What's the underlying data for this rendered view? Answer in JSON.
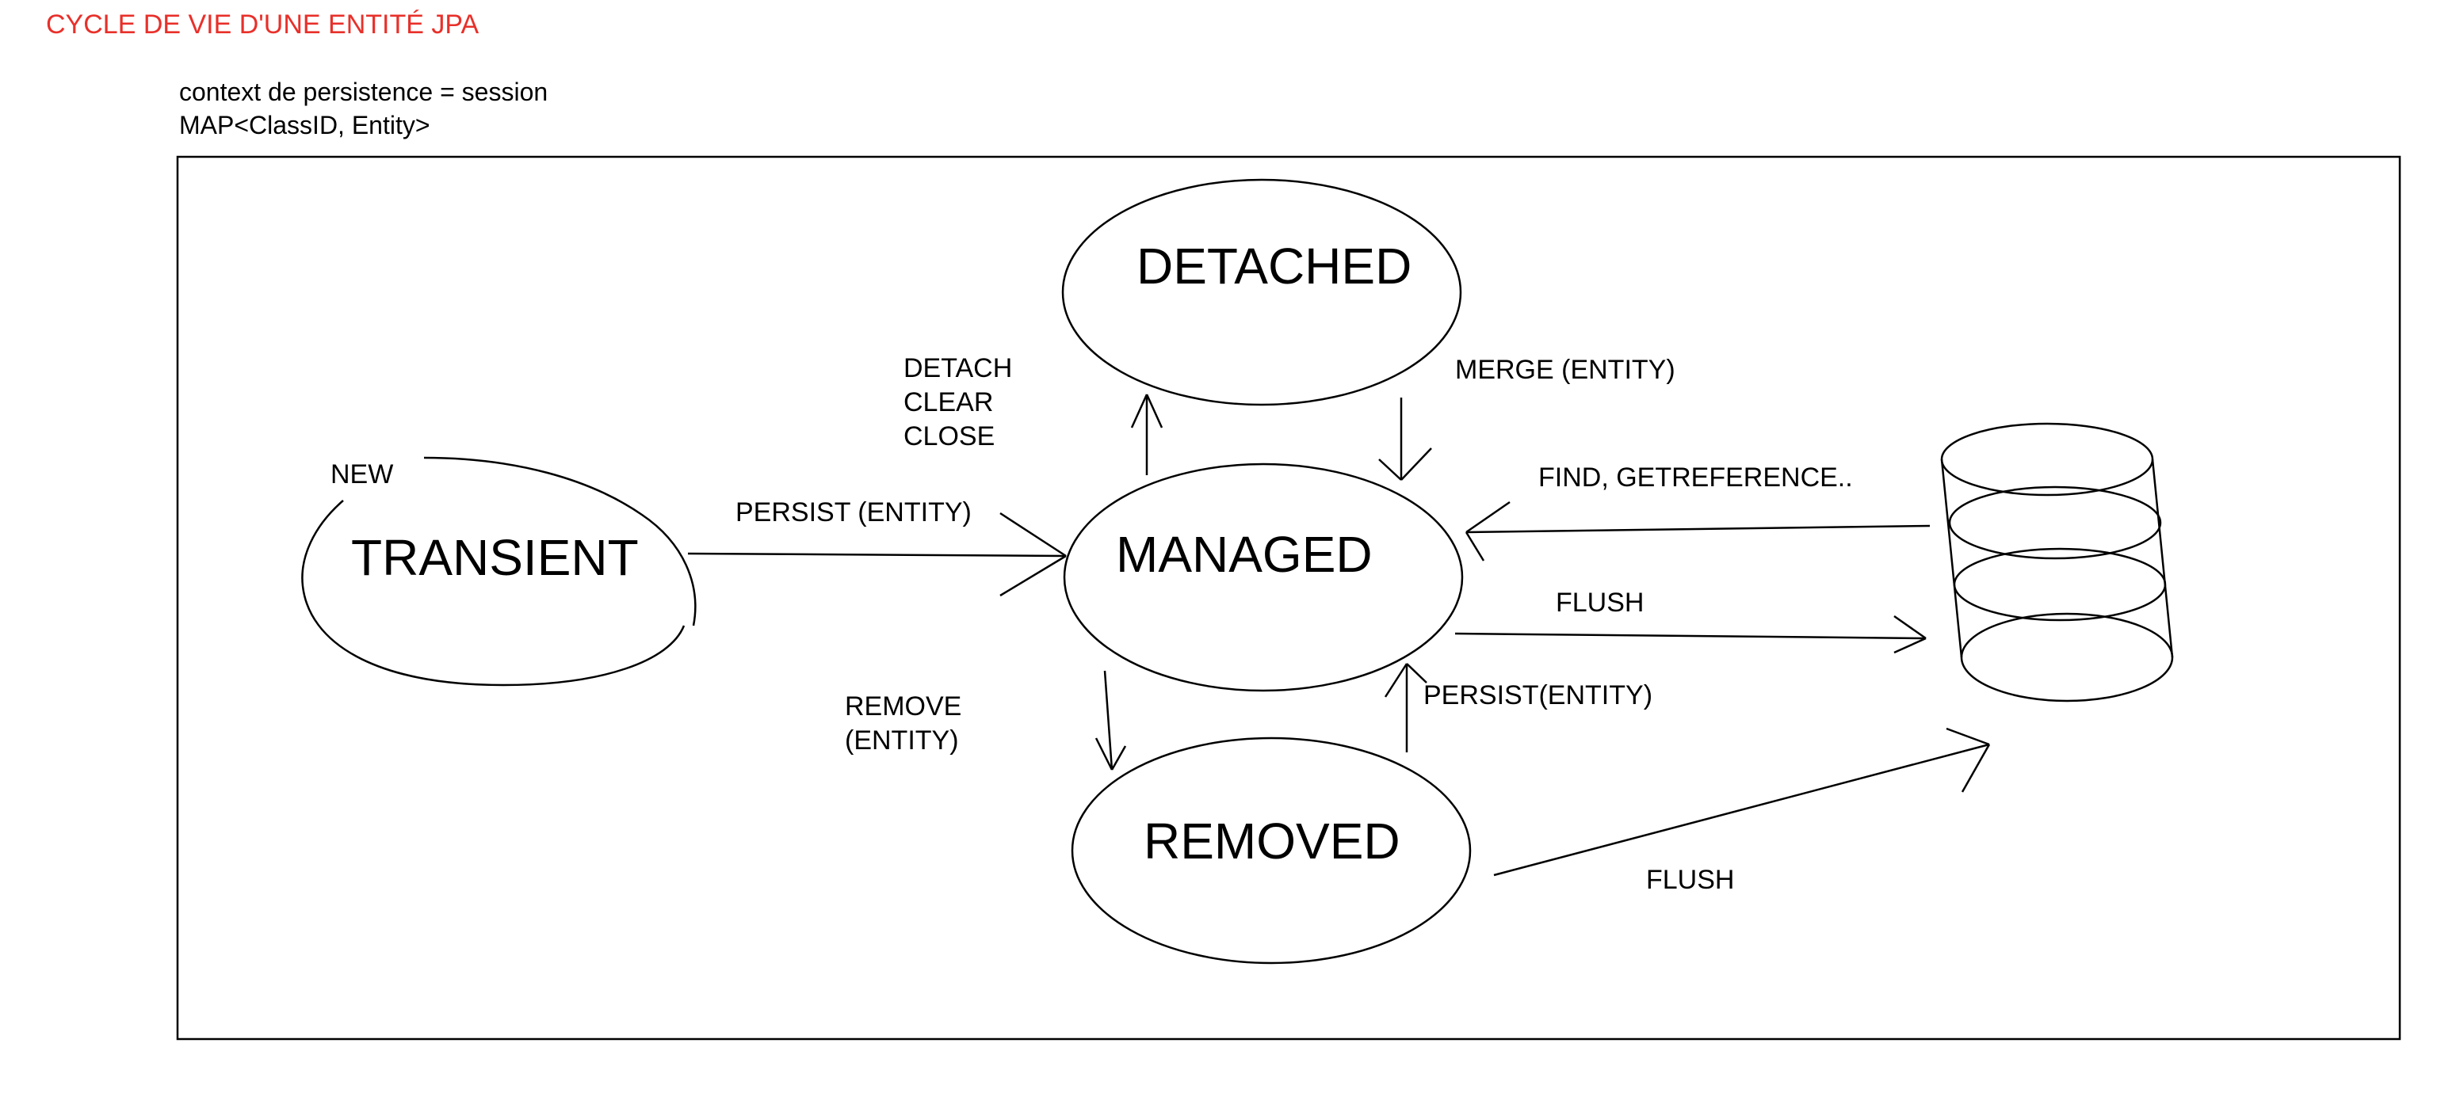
{
  "title": "CYCLE DE VIE D'UNE ENTITÉ JPA",
  "context": {
    "line1": "context de persistence = session",
    "line2": "MAP<ClassID, Entity>"
  },
  "states": {
    "transient": "TRANSIENT",
    "managed": "MANAGED",
    "detached": "DETACHED",
    "removed": "REMOVED"
  },
  "labels": {
    "new": "NEW",
    "persist_entity": "PERSIST (ENTITY)",
    "detach": "DETACH",
    "clear": "CLEAR",
    "close": "CLOSE",
    "merge_entity": "MERGE (ENTITY)",
    "find_getreference": "FIND, GETREFERENCE..",
    "flush_managed": "FLUSH",
    "remove": "REMOVE",
    "remove_entity": "(ENTITY)",
    "persist_entity_removed": "PERSIST(ENTITY)",
    "flush_removed": "FLUSH"
  },
  "icons": {
    "database": "database-cylinder-icon"
  },
  "colors": {
    "title": "#e8302a",
    "stroke": "#000000",
    "background": "#ffffff"
  }
}
